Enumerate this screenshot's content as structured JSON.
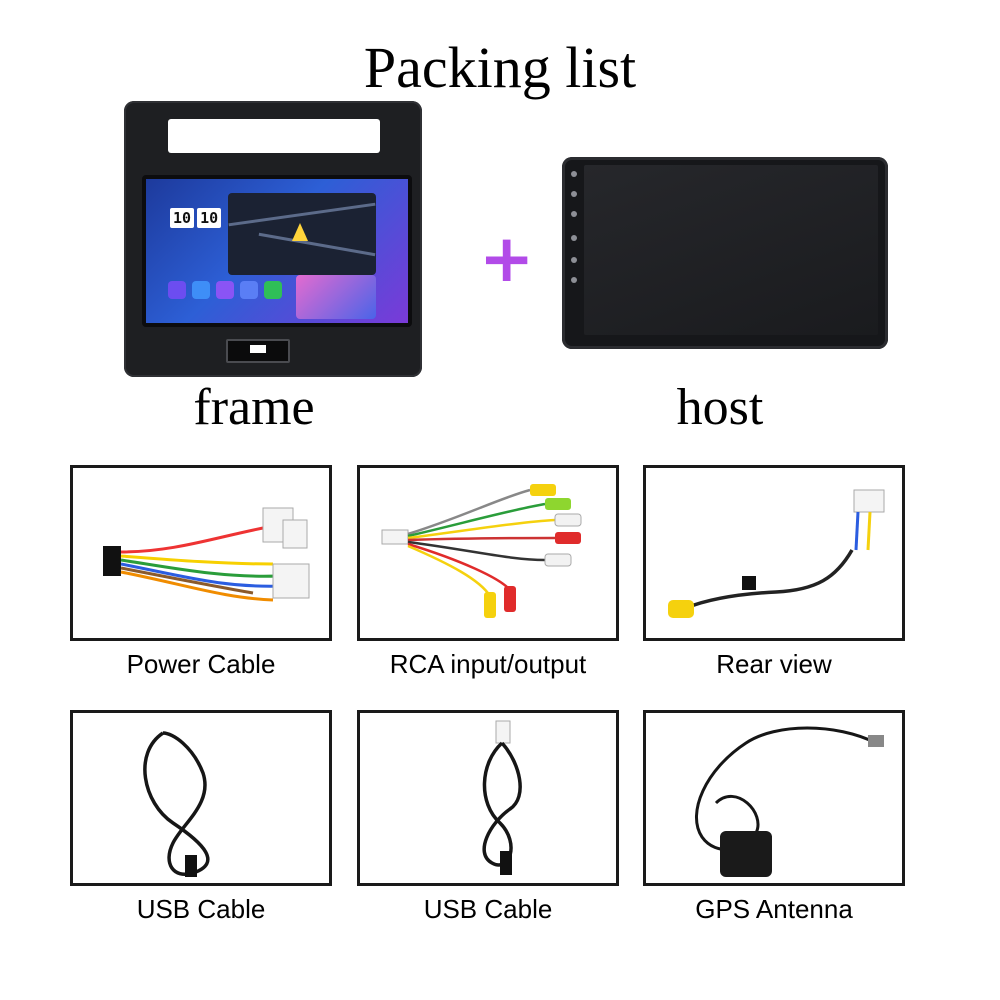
{
  "title": "Packing list",
  "screen_text": {
    "clock_h": "10",
    "clock_m": "10"
  },
  "labels": {
    "frame": "frame",
    "host": "host"
  },
  "plus_symbol": "+",
  "items": [
    {
      "label": "Power Cable",
      "icon": "wiring-harness-icon"
    },
    {
      "label": "RCA input/output",
      "icon": "rca-cable-icon"
    },
    {
      "label": "Rear view",
      "icon": "rear-view-cable-icon"
    },
    {
      "label": "USB Cable",
      "icon": "usb-cable-icon"
    },
    {
      "label": "USB Cable",
      "icon": "usb-cable-icon"
    },
    {
      "label": "GPS Antenna",
      "icon": "gps-antenna-icon"
    }
  ],
  "colors": {
    "plus": "#b24be8",
    "rca_yellow": "#f5d10e",
    "rca_red": "#e02b2b",
    "rca_white": "#f2f2f2",
    "rca_green": "#8ed62f"
  }
}
